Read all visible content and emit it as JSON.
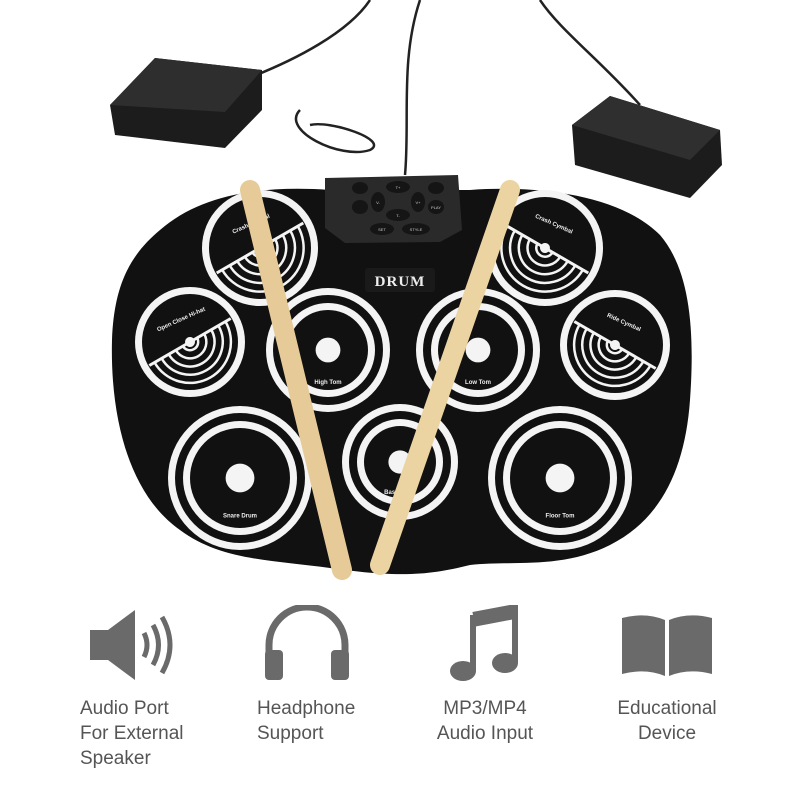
{
  "product": {
    "brand_label": "DRUM",
    "pads": [
      {
        "name": "Crash Cymbal",
        "type": "cymbal"
      },
      {
        "name": "Crash Cymbal",
        "type": "cymbal"
      },
      {
        "name": "Open Close Hi-hat",
        "type": "cymbal"
      },
      {
        "name": "Ride Cymbal",
        "type": "cymbal"
      },
      {
        "name": "High Tom",
        "type": "drum"
      },
      {
        "name": "Low Tom",
        "type": "drum"
      },
      {
        "name": "Snare Drum",
        "type": "drum"
      },
      {
        "name": "Bass Drum",
        "type": "drum"
      },
      {
        "name": "Floor Tom",
        "type": "drum"
      }
    ],
    "control_buttons": [
      "T+",
      "V-",
      "V+",
      "T-",
      "SET",
      "STYLE",
      "PLAY"
    ]
  },
  "features": [
    {
      "icon": "speaker-icon",
      "label": "Audio Port\nFor External\nSpeaker"
    },
    {
      "icon": "headphone-icon",
      "label": "Headphone\nSupport"
    },
    {
      "icon": "music-note-icon",
      "label": "MP3/MP4\nAudio Input"
    },
    {
      "icon": "book-icon",
      "label": "Educational\nDevice"
    }
  ],
  "colors": {
    "pad_black": "#111111",
    "pad_white": "#f4f4f4",
    "stick": "#e8cf9e",
    "icon_gray": "#6a6a6a"
  }
}
